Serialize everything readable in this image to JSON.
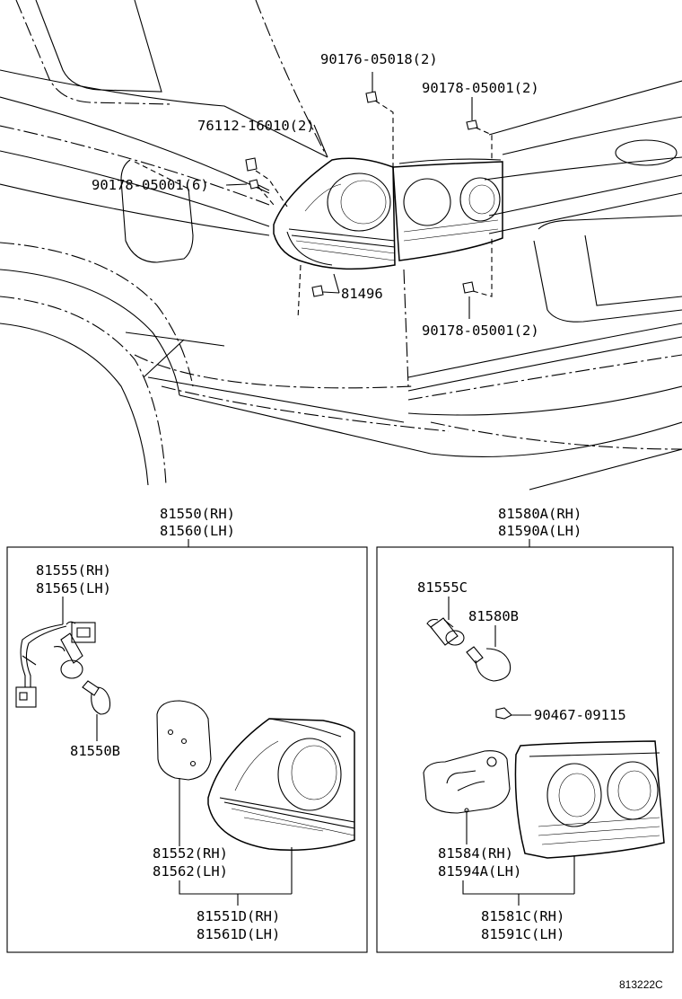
{
  "labels": {
    "p90176": "90176-05018(2)",
    "p90178_top": "90178-05001(2)",
    "p76112": "76112-16010(2)",
    "p90178_6": "90178-05001(6)",
    "p81496": "81496",
    "p90178_bottom": "90178-05001(2)",
    "left_box_rh": "81550(RH)",
    "left_box_lh": "81560(LH)",
    "right_box_rh": "81580A(RH)",
    "right_box_lh": "81590A(LH)",
    "p81555_rh": "81555(RH)",
    "p81565_lh": "81565(LH)",
    "p81550b": "81550B",
    "p81552_rh": "81552(RH)",
    "p81562_lh": "81562(LH)",
    "p81551d_rh": "81551D(RH)",
    "p81561d_lh": "81561D(LH)",
    "p81555c": "81555C",
    "p81580b": "81580B",
    "p90467": "90467-09115",
    "p81584_rh": "81584(RH)",
    "p81594a_lh": "81594A(LH)",
    "p81581c_rh": "81581C(RH)",
    "p81591c_lh": "81591C(LH)",
    "figure_code": "813222C"
  }
}
